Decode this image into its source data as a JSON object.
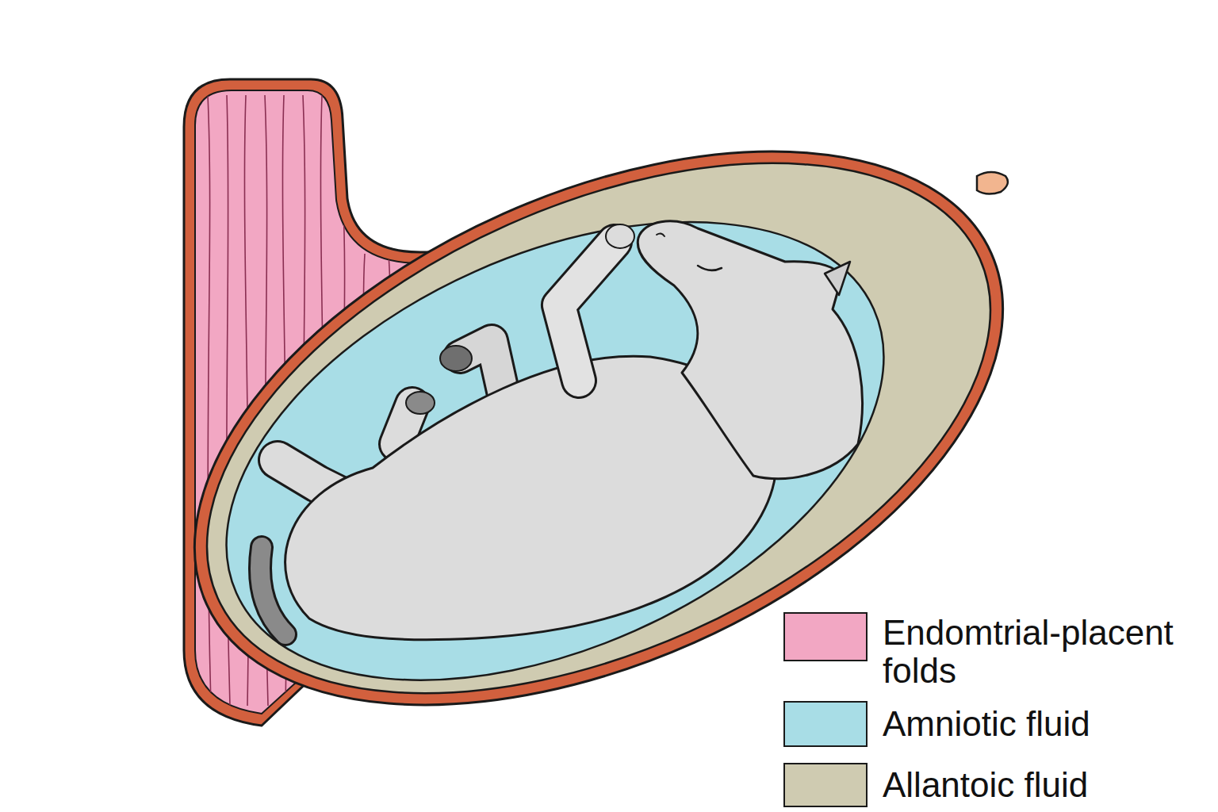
{
  "diagram": {
    "legend": [
      {
        "text": "Endomtrial-placent folds",
        "color": "#f2a7c3"
      },
      {
        "text": "Amniotic fluid",
        "color": "#a8dde6"
      },
      {
        "text": "Allantoic fluid",
        "color": "#cfcbb1"
      }
    ]
  }
}
